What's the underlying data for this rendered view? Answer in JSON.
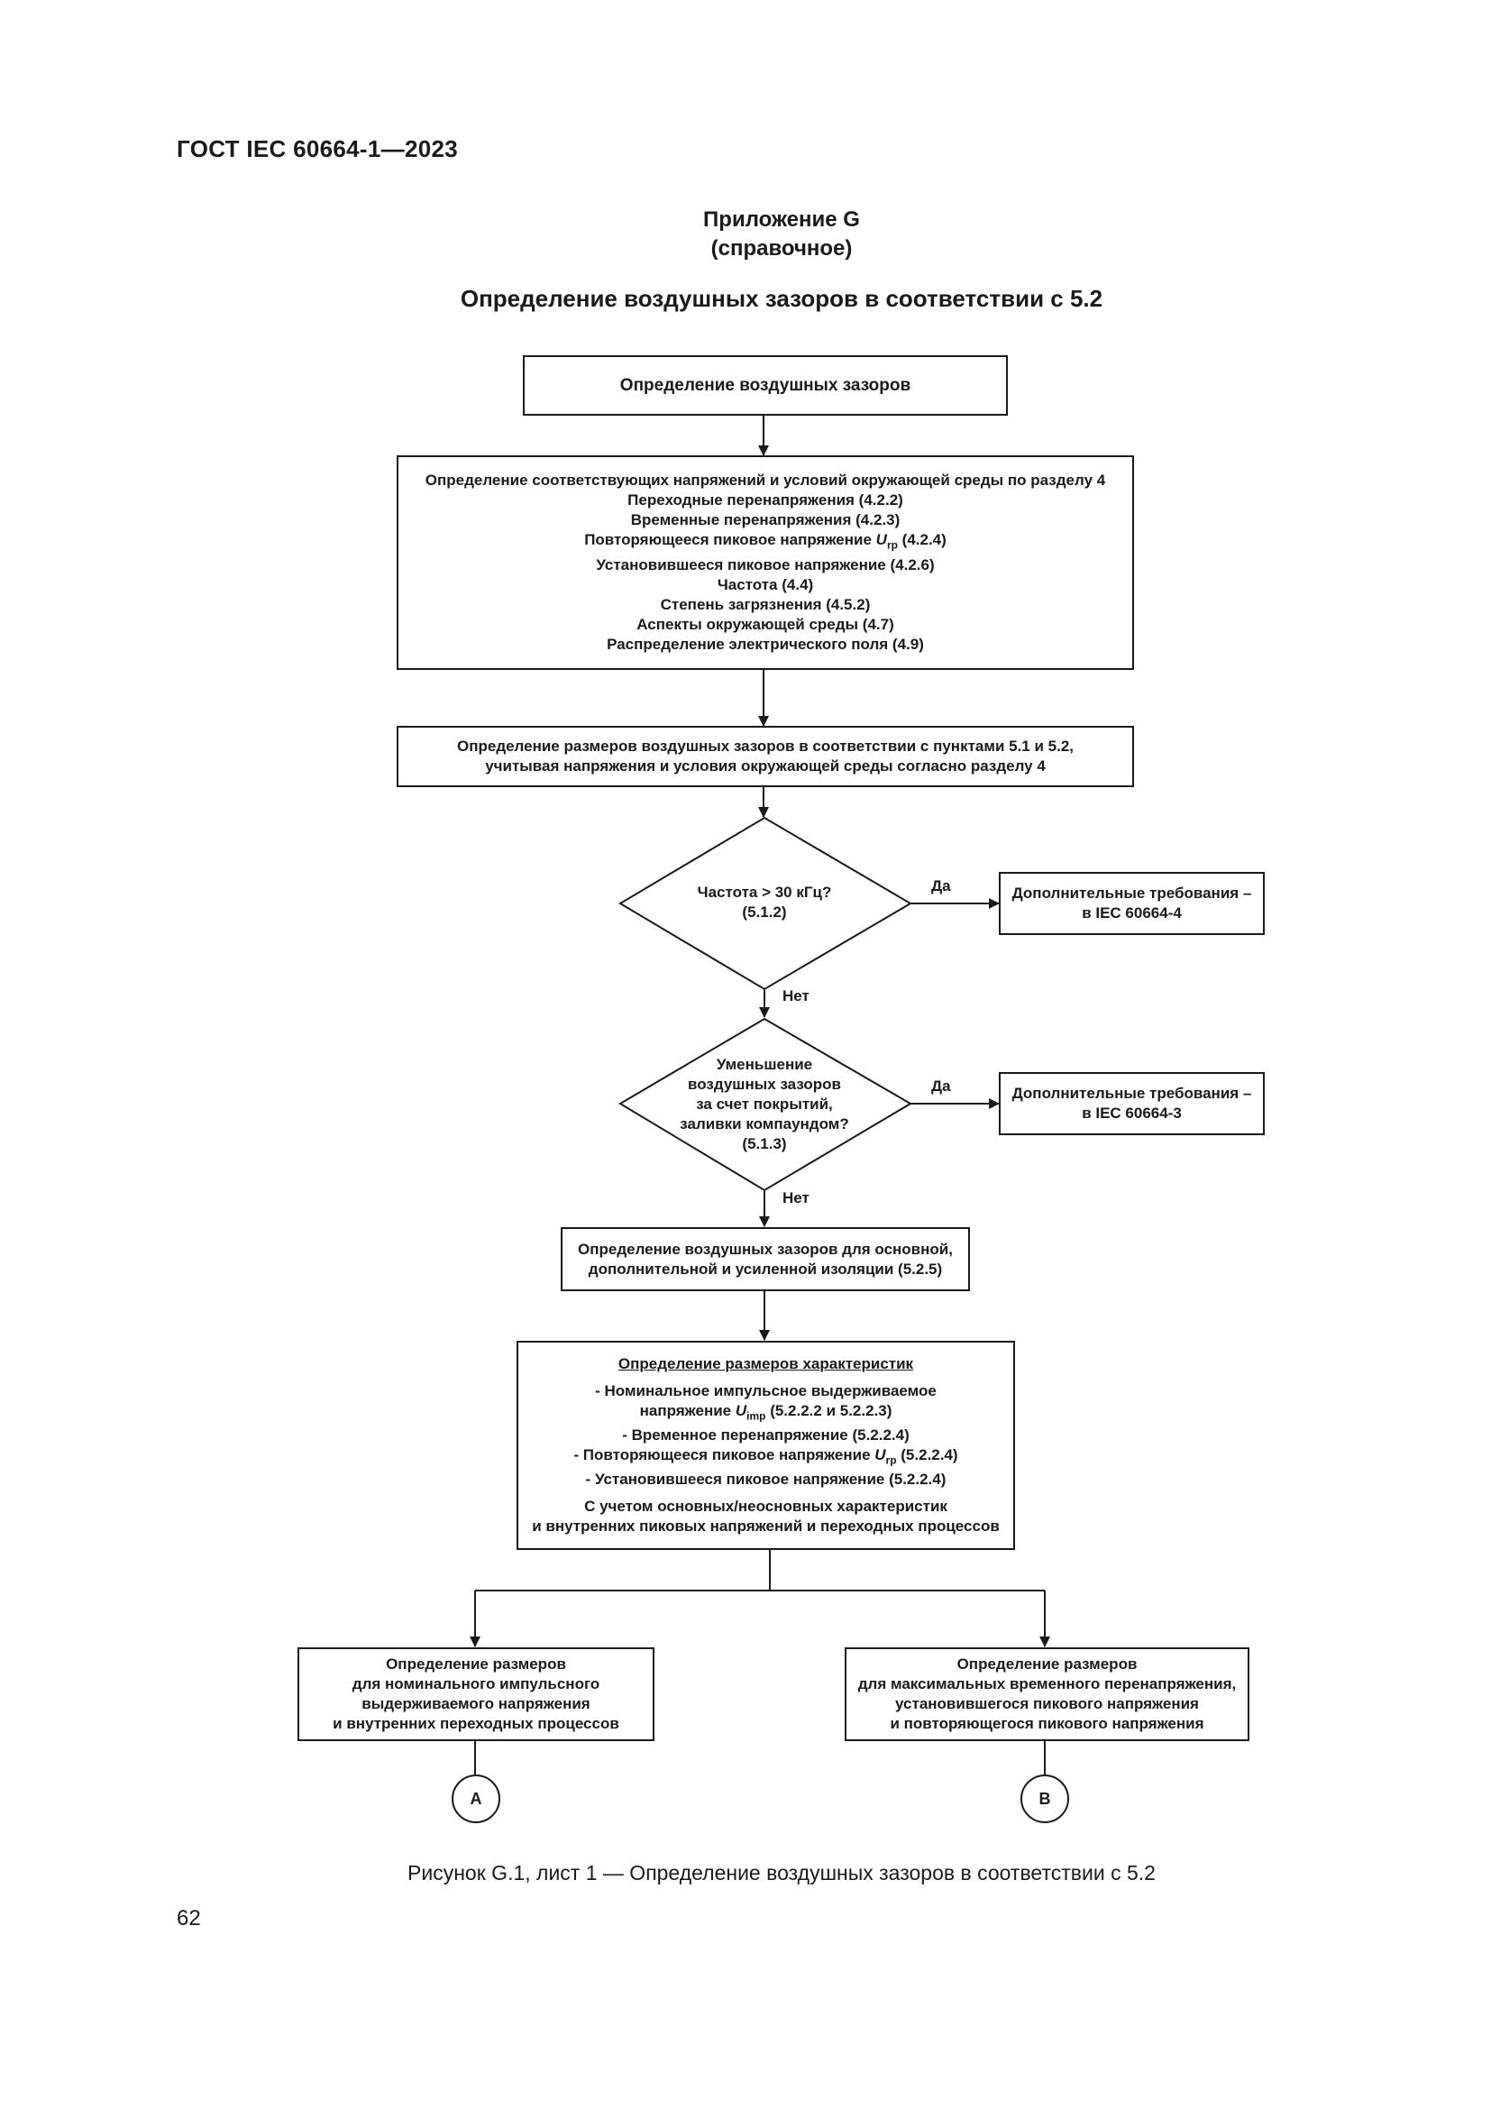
{
  "header": {
    "doc_id": "ГОСТ IEC 60664-1—2023"
  },
  "annex": {
    "title": "Приложение G",
    "note": "(справочное)",
    "section_title": "Определение воздушных зазоров в соответствии с 5.2"
  },
  "flow": {
    "start": "Определение воздушных зазоров",
    "conditions": {
      "line1": "Определение соответствующих напряжений и условий окружающей среды по разделу 4",
      "line2": "Переходные перенапряжения (4.2.2)",
      "line3": "Временные перенапряжения (4.2.3)",
      "line4_pre": "Повторяющееся пиковое напряжение ",
      "line4_var": "U",
      "line4_sub": "rp",
      "line4_post": " (4.2.4)",
      "line5": "Установившееся пиковое напряжение (4.2.6)",
      "line6": "Частота (4.4)",
      "line7": "Степень загрязнения (4.5.2)",
      "line8": "Аспекты окружающей среды (4.7)",
      "line9": "Распределение электрического поля (4.9)"
    },
    "sizing": {
      "line1": "Определение размеров воздушных зазоров в соответствии с пунктами 5.1 и 5.2,",
      "line2": "учитывая напряжения и условия окружающей среды согласно разделу 4"
    },
    "decision1": {
      "line1": "Частота > 30 кГц?",
      "line2": "(5.1.2)"
    },
    "decision1_yes": "Да",
    "decision1_no": "Нет",
    "req1": {
      "line1": "Дополнительные требования –",
      "line2": "в IEC 60664-4"
    },
    "decision2": {
      "line1": "Уменьшение",
      "line2": "воздушных зазоров",
      "line3": "за счет покрытий,",
      "line4": "заливки компаундом?",
      "line5": "(5.1.3)"
    },
    "decision2_yes": "Да",
    "decision2_no": "Нет",
    "req2": {
      "line1": "Дополнительные требования –",
      "line2": "в IEC 60664-3"
    },
    "insulation": {
      "line1": "Определение воздушных зазоров для основной,",
      "line2": "дополнительной и усиленной изоляции (5.2.5)"
    },
    "characteristics": {
      "heading": "Определение размеров характеристик",
      "item1a": "- Номинальное импульсное выдерживаемое",
      "item1b_pre": "напряжение ",
      "item1b_var": "U",
      "item1b_sub": "imp",
      "item1b_post": " (5.2.2.2 и 5.2.2.3)",
      "item2": "- Временное перенапряжение (5.2.2.4)",
      "item3_pre": "- Повторяющееся пиковое напряжение ",
      "item3_var": "U",
      "item3_sub": "rp",
      "item3_post": " (5.2.2.4)",
      "item4": "- Установившееся пиковое напряжение (5.2.2.4)",
      "note1": "С учетом основных/неосновных характеристик",
      "note2": "и внутренних пиковых напряжений и переходных процессов"
    },
    "left_box": {
      "line1": "Определение размеров",
      "line2": "для номинального импульсного",
      "line3": "выдерживаемого напряжения",
      "line4": "и внутренних переходных процессов"
    },
    "right_box": {
      "line1": "Определение размеров",
      "line2": "для максимальных временного перенапряжения,",
      "line3": "установившегося пикового напряжения",
      "line4": "и повторяющегося пикового напряжения"
    },
    "connector_a": "A",
    "connector_b": "B"
  },
  "caption": "Рисунок G.1, лист 1 — Определение воздушных зазоров в соответствии с 5.2",
  "page_number": "62"
}
